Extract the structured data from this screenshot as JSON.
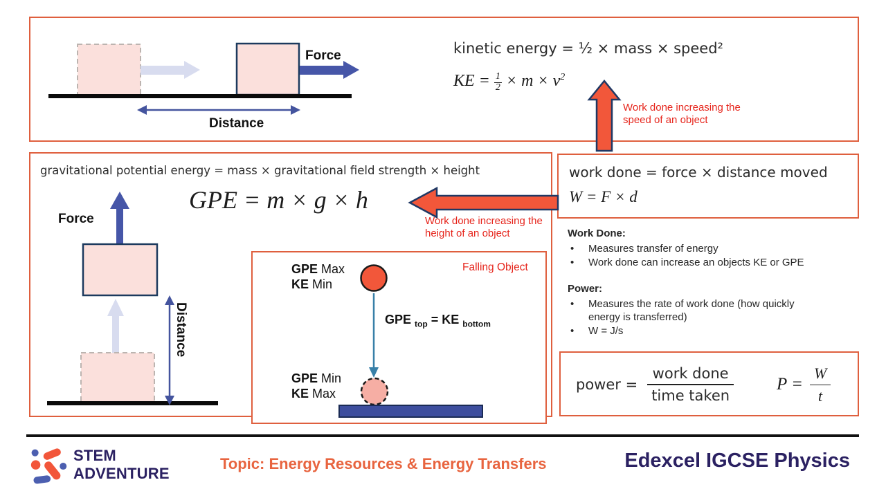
{
  "ke": {
    "word_equation": "kinetic energy = ½ × mass × speed²",
    "sym_pre": "KE =",
    "frac_num": "1",
    "frac_den": "2",
    "sym_mid": "× m × v",
    "sym_exp": "2",
    "force_label": "Force",
    "distance_label": "Distance",
    "arrow_note": "Work done increasing the speed of an object"
  },
  "gpe": {
    "word_equation": "gravitational potential energy = mass × gravitational field strength × height",
    "sym_equation": "GPE = m × g × h",
    "force_label": "Force",
    "distance_label": "Distance",
    "arrow_note": "Work done increasing the height of an object"
  },
  "work": {
    "word_equation": "work done = force × distance moved",
    "sym_equation": "W = F × d"
  },
  "notes": {
    "work_heading": "Work Done:",
    "work_items": [
      "Measures transfer of energy",
      "Work done can increase an objects KE or GPE"
    ],
    "power_heading": "Power:",
    "power_items": [
      "Measures the rate of work done (how quickly energy is transferred)",
      "W = J/s"
    ]
  },
  "falling": {
    "title": "Falling Object",
    "top_line1_bold": "GPE",
    "top_line1_rest": "Max",
    "top_line2_bold": "KE",
    "top_line2_rest": "Min",
    "eq_pre_bold": "GPE",
    "eq_sub1": "top",
    "eq_mid_bold": "= KE",
    "eq_sub2": "bottom",
    "bottom_line1_bold": "GPE",
    "bottom_line1_rest": "Min",
    "bottom_line2_bold": "KE",
    "bottom_line2_rest": "Max"
  },
  "power": {
    "word_pre": "power =",
    "word_num": "work done",
    "word_den": "time taken",
    "sym_pre": "P =",
    "sym_num": "W",
    "sym_den": "t"
  },
  "footer": {
    "brand_line1": "STEM",
    "brand_line2": "ADVENTURE",
    "topic": "Topic: Energy Resources & Energy Transfers",
    "course": "Edexcel IGCSE Physics"
  },
  "colors": {
    "panel_border": "#DF5F3E",
    "accent_orange": "#F2573A",
    "annotation_red": "#E6251C",
    "arrow_blue": "#4656A8",
    "ghost_blue": "#D8DCEF",
    "teal_arrow": "#3880A8",
    "block_fill": "#FBE0DC",
    "brand_purple": "#2B2162",
    "topic_orange": "#E8643F"
  }
}
